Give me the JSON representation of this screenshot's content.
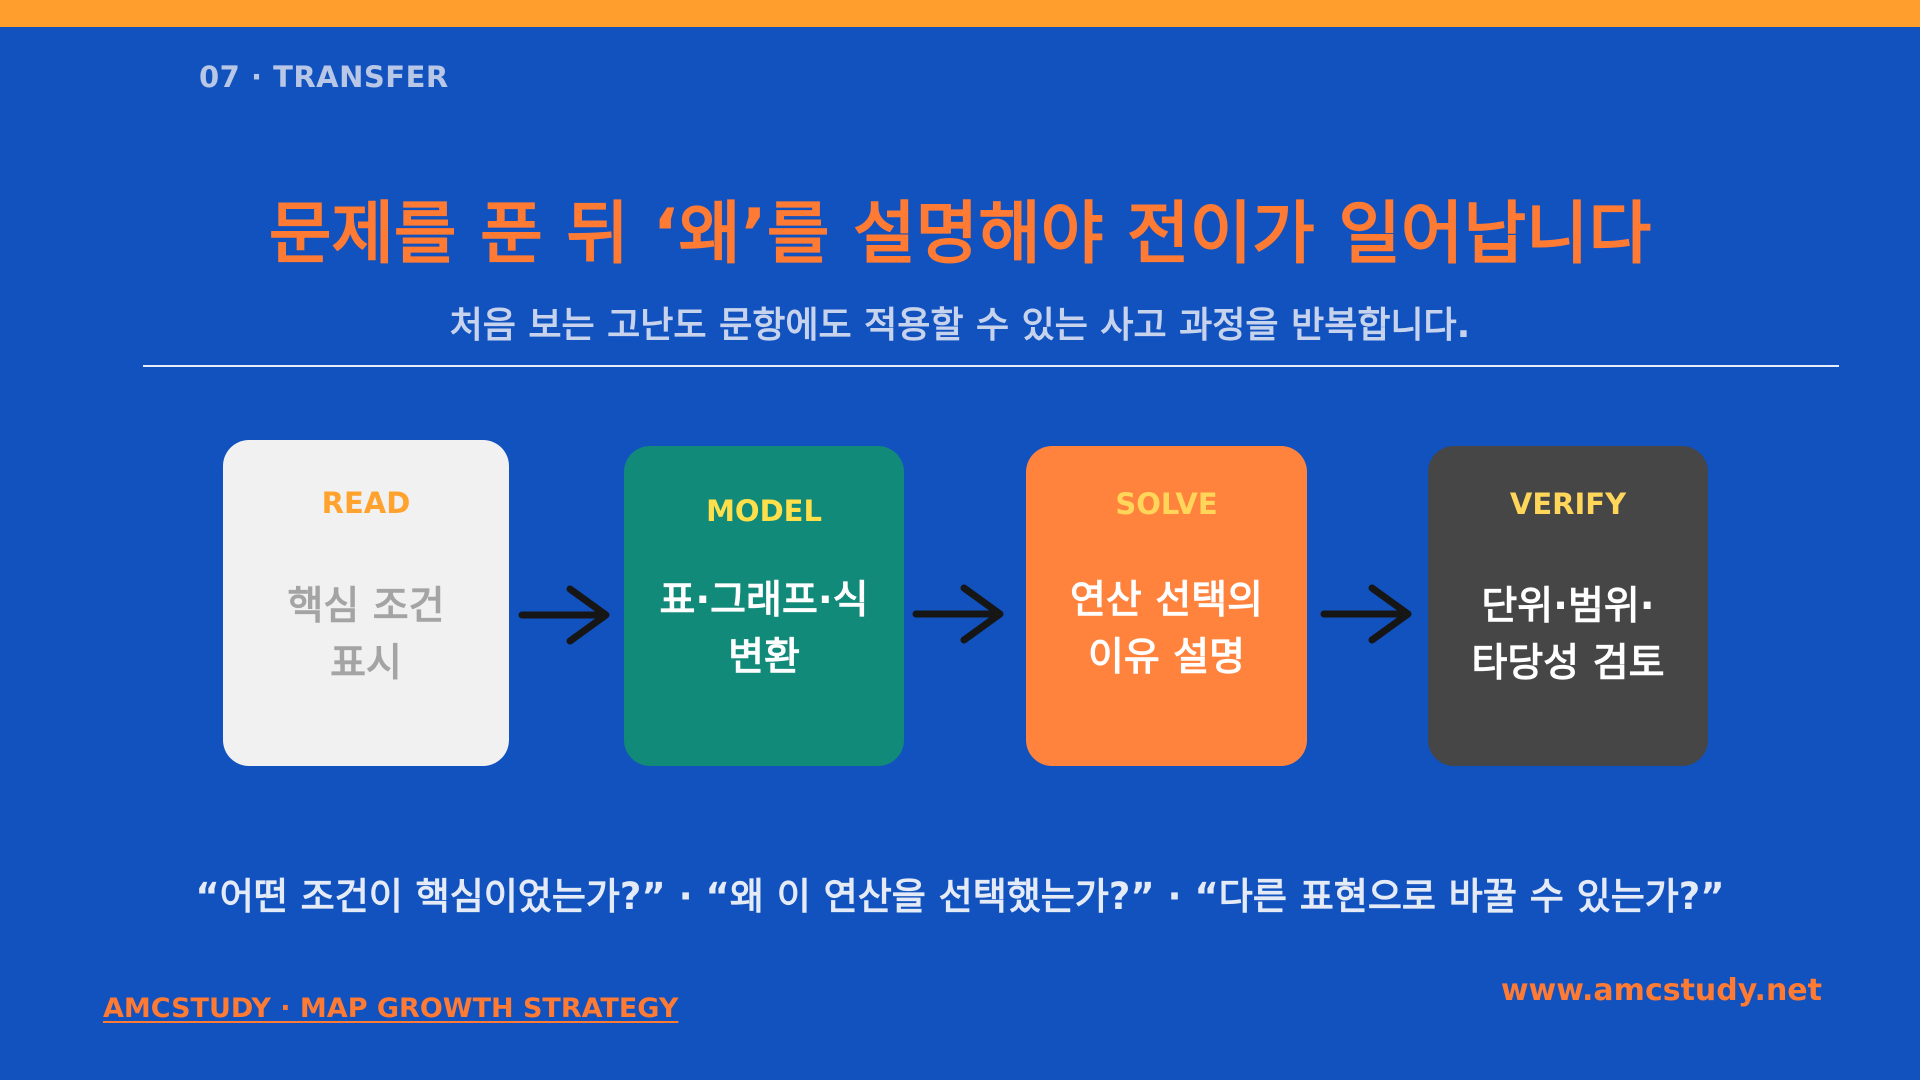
{
  "header": {
    "section_label": "07 · TRANSFER",
    "title": "문제를 푼 뒤 ‘왜’를 설명해야 전이가 일어납니다",
    "subtitle": "처음 보는 고난도 문항에도 적용할 수 있는 사고 과정을 반복합니다."
  },
  "steps": [
    {
      "label": "READ",
      "desc": "핵심 조건\n표시"
    },
    {
      "label": "MODEL",
      "desc": "표·그래프·식\n변환"
    },
    {
      "label": "SOLVE",
      "desc": "연산 선택의\n이유 설명"
    },
    {
      "label": "VERIFY",
      "desc": "단위·범위·\n타당성 검토"
    }
  ],
  "questions": "“어떤 조건이 핵심이었는가?” · “왜 이 연산을 선택했는가?” · “다른 표현으로 바꿀 수 있는가?”",
  "footer": {
    "brand": "AMCSTUDY · MAP GROWTH STRATEGY",
    "url": "www.amcstudy.net"
  },
  "colors": {
    "background": "#1152BF",
    "top_bar": "#FF9E2C",
    "title": "#FF7A33",
    "read_card": "#F1F1F1",
    "model_card": "#128A79",
    "solve_card": "#FF823D",
    "verify_card": "#464646"
  },
  "icons": [
    "arrow-right-icon",
    "arrow-right-icon",
    "arrow-right-icon"
  ]
}
